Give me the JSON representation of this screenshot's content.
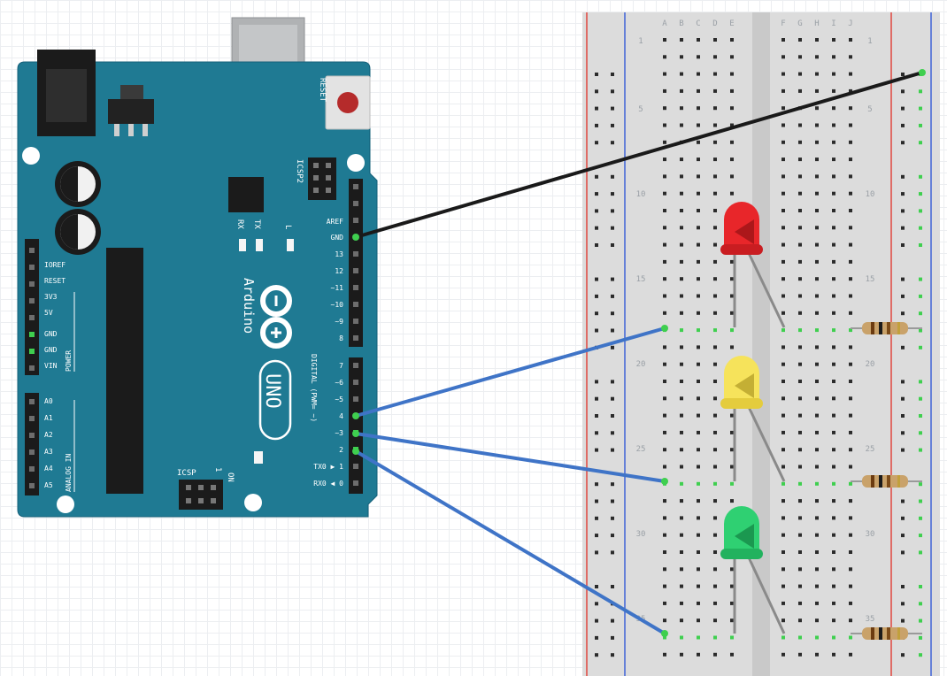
{
  "arduino": {
    "brand": "Arduino",
    "model": "UNO",
    "reset_label": "RESET",
    "icsp_label": "ICSP",
    "icsp2_label": "ICSP2",
    "tx_label": "TX",
    "rx_label": "RX",
    "l_label": "L",
    "on_label": "ON",
    "icsp_pin_number": "1",
    "power_header_pins": [
      "IOREF",
      "RESET",
      "3V3",
      "5V",
      "GND",
      "GND",
      "VIN"
    ],
    "power_section_label": "POWER",
    "analog_pins": [
      "A0",
      "A1",
      "A2",
      "A3",
      "A4",
      "A5"
    ],
    "analog_section_label": "ANALOG IN",
    "digital_header_top": [
      "AREF",
      "GND",
      "13",
      "12",
      "~11",
      "~10",
      "~9",
      "8"
    ],
    "digital_header_bottom": [
      "7",
      "~6",
      "~5",
      "4",
      "~3",
      "2",
      "TX0 ▶ 1",
      "RX0 ◀ 0"
    ],
    "digital_section_label": "DIGITAL (PWM= ~)",
    "body_color": "#1f7a93"
  },
  "breadboard": {
    "column_letters_left": [
      "A",
      "B",
      "C",
      "D",
      "E"
    ],
    "column_letters_right": [
      "F",
      "G",
      "H",
      "I",
      "J"
    ],
    "row_numbers": [
      "1",
      "5",
      "10",
      "15",
      "20",
      "25",
      "30",
      "35"
    ],
    "rail_red": "#e0473f",
    "rail_blue": "#3e63d6"
  },
  "leds": [
    {
      "color": "red",
      "hex": "#e8262a"
    },
    {
      "color": "yellow",
      "hex": "#f6e35b"
    },
    {
      "color": "green",
      "hex": "#2fd072"
    }
  ],
  "wires": [
    {
      "from": "GND",
      "to": "ground rail",
      "color": "#1a1a1a"
    },
    {
      "from": "4",
      "to": "row 18",
      "color": "#3f74c7"
    },
    {
      "from": "3",
      "to": "row 27",
      "color": "#3f74c7"
    },
    {
      "from": "2",
      "to": "row 36",
      "color": "#3f74c7"
    }
  ]
}
